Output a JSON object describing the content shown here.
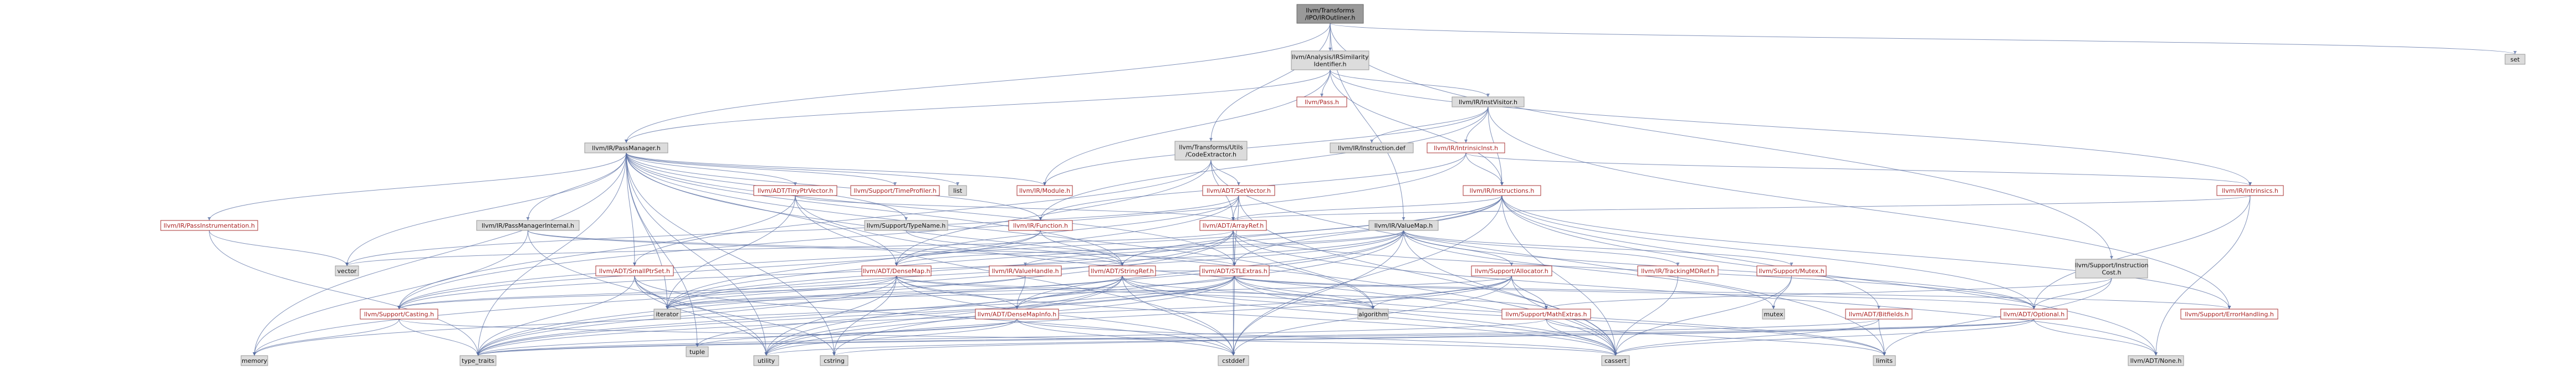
{
  "diagram": {
    "type": "include-dependency-graph",
    "colors": {
      "root_fill": "#999999",
      "root_stroke": "#666666",
      "linked_fill": "#ffffff",
      "linked_stroke": "#aa3333",
      "linked_text": "#aa2222",
      "plain_fill": "#dcdcdc",
      "plain_stroke": "#999999",
      "plain_text": "#111111",
      "edge": "#5a6fa3"
    },
    "nodes": [
      {
        "id": "root",
        "label": "llvm/Transforms\n/IPO/IROutliner.h",
        "style": "root"
      },
      {
        "id": "ir_sim",
        "label": "llvm/Analysis/IRSimilarity\nIdentifier.h",
        "style": "plain"
      },
      {
        "id": "set",
        "label": "set",
        "style": "plain"
      },
      {
        "id": "pass_h",
        "label": "llvm/Pass.h",
        "style": "linked"
      },
      {
        "id": "instvisitor",
        "label": "llvm/IR/InstVisitor.h",
        "style": "plain"
      },
      {
        "id": "passmanager",
        "label": "llvm/IR/PassManager.h",
        "style": "plain"
      },
      {
        "id": "codeextractor",
        "label": "llvm/Transforms/Utils\n/CodeExtractor.h",
        "style": "plain"
      },
      {
        "id": "instruction_def",
        "label": "llvm/IR/Instruction.def",
        "style": "plain"
      },
      {
        "id": "intrinsicinst",
        "label": "llvm/IR/IntrinsicInst.h",
        "style": "linked"
      },
      {
        "id": "tinyptrvector",
        "label": "llvm/ADT/TinyPtrVector.h",
        "style": "linked"
      },
      {
        "id": "timeprofiler",
        "label": "llvm/Support/TimeProfiler.h",
        "style": "linked"
      },
      {
        "id": "list",
        "label": "list",
        "style": "plain"
      },
      {
        "id": "module",
        "label": "llvm/IR/Module.h",
        "style": "linked"
      },
      {
        "id": "setvector",
        "label": "llvm/ADT/SetVector.h",
        "style": "linked"
      },
      {
        "id": "instructions",
        "label": "llvm/IR/Instructions.h",
        "style": "linked"
      },
      {
        "id": "intrinsics",
        "label": "llvm/IR/Intrinsics.h",
        "style": "linked"
      },
      {
        "id": "passinstrumentation",
        "label": "llvm/IR/PassInstrumentation.h",
        "style": "linked"
      },
      {
        "id": "passmanagerinternal",
        "label": "llvm/IR/PassManagerInternal.h",
        "style": "plain"
      },
      {
        "id": "typename",
        "label": "llvm/Support/TypeName.h",
        "style": "plain"
      },
      {
        "id": "function_h",
        "label": "llvm/IR/Function.h",
        "style": "linked"
      },
      {
        "id": "arrayref",
        "label": "llvm/ADT/ArrayRef.h",
        "style": "linked"
      },
      {
        "id": "valuemap",
        "label": "llvm/IR/ValueMap.h",
        "style": "plain"
      },
      {
        "id": "instructioncost",
        "label": "llvm/Support/Instruction\nCost.h",
        "style": "plain"
      },
      {
        "id": "vector",
        "label": "vector",
        "style": "plain"
      },
      {
        "id": "smallptrset",
        "label": "llvm/ADT/SmallPtrSet.h",
        "style": "linked"
      },
      {
        "id": "densemap",
        "label": "llvm/ADT/DenseMap.h",
        "style": "linked"
      },
      {
        "id": "valuehandle",
        "label": "llvm/IR/ValueHandle.h",
        "style": "linked"
      },
      {
        "id": "stringref",
        "label": "llvm/ADT/StringRef.h",
        "style": "linked"
      },
      {
        "id": "stlextras",
        "label": "llvm/ADT/STLExtras.h",
        "style": "linked"
      },
      {
        "id": "allocator",
        "label": "llvm/Support/Allocator.h",
        "style": "linked"
      },
      {
        "id": "trackingmdref",
        "label": "llvm/IR/TrackingMDRef.h",
        "style": "linked"
      },
      {
        "id": "mutex_h",
        "label": "llvm/Support/Mutex.h",
        "style": "linked"
      },
      {
        "id": "casting",
        "label": "llvm/Support/Casting.h",
        "style": "linked"
      },
      {
        "id": "iterator",
        "label": "iterator",
        "style": "plain"
      },
      {
        "id": "densemapinfo",
        "label": "llvm/ADT/DenseMapInfo.h",
        "style": "linked"
      },
      {
        "id": "algorithm",
        "label": "algorithm",
        "style": "plain"
      },
      {
        "id": "mutex",
        "label": "mutex",
        "style": "plain"
      },
      {
        "id": "mathextras",
        "label": "llvm/Support/MathExtras.h",
        "style": "linked"
      },
      {
        "id": "bitfields",
        "label": "llvm/ADT/Bitfields.h",
        "style": "linked"
      },
      {
        "id": "optional",
        "label": "llvm/ADT/Optional.h",
        "style": "linked"
      },
      {
        "id": "errorhandling",
        "label": "llvm/Support/ErrorHandling.h",
        "style": "linked"
      },
      {
        "id": "memory",
        "label": "memory",
        "style": "plain"
      },
      {
        "id": "type_traits",
        "label": "type_traits",
        "style": "plain"
      },
      {
        "id": "tuple",
        "label": "tuple",
        "style": "plain"
      },
      {
        "id": "utility",
        "label": "utility",
        "style": "plain"
      },
      {
        "id": "cstring",
        "label": "cstring",
        "style": "plain"
      },
      {
        "id": "cstddef",
        "label": "cstddef",
        "style": "plain"
      },
      {
        "id": "cassert",
        "label": "cassert",
        "style": "plain"
      },
      {
        "id": "limits",
        "label": "limits",
        "style": "plain"
      },
      {
        "id": "none",
        "label": "llvm/ADT/None.h",
        "style": "plain"
      }
    ],
    "edges": [
      [
        "root",
        "ir_sim"
      ],
      [
        "root",
        "set"
      ],
      [
        "root",
        "passmanager"
      ],
      [
        "root",
        "codeextractor"
      ],
      [
        "root",
        "valuemap"
      ],
      [
        "root",
        "instructioncost"
      ],
      [
        "ir_sim",
        "pass_h"
      ],
      [
        "ir_sim",
        "instvisitor"
      ],
      [
        "ir_sim",
        "passmanager"
      ],
      [
        "ir_sim",
        "module"
      ],
      [
        "ir_sim",
        "instructions"
      ],
      [
        "ir_sim",
        "intrinsics"
      ],
      [
        "instvisitor",
        "instruction_def"
      ],
      [
        "instvisitor",
        "intrinsicinst"
      ],
      [
        "instvisitor",
        "module"
      ],
      [
        "instvisitor",
        "instructions"
      ],
      [
        "instvisitor",
        "function_h"
      ],
      [
        "instvisitor",
        "errorhandling"
      ],
      [
        "intrinsicinst",
        "instructions"
      ],
      [
        "intrinsicinst",
        "intrinsics"
      ],
      [
        "intrinsicinst",
        "function_h"
      ],
      [
        "intrinsicinst",
        "casting"
      ],
      [
        "passmanager",
        "tinyptrvector"
      ],
      [
        "passmanager",
        "timeprofiler"
      ],
      [
        "passmanager",
        "list"
      ],
      [
        "passmanager",
        "module"
      ],
      [
        "passmanager",
        "passinstrumentation"
      ],
      [
        "passmanager",
        "passmanagerinternal"
      ],
      [
        "passmanager",
        "typename"
      ],
      [
        "passmanager",
        "function_h"
      ],
      [
        "passmanager",
        "densemap"
      ],
      [
        "passmanager",
        "smallptrset"
      ],
      [
        "passmanager",
        "stringref"
      ],
      [
        "passmanager",
        "stlextras"
      ],
      [
        "passmanager",
        "vector"
      ],
      [
        "passmanager",
        "memory"
      ],
      [
        "passmanager",
        "type_traits"
      ],
      [
        "passmanager",
        "tuple"
      ],
      [
        "passmanager",
        "utility"
      ],
      [
        "passmanager",
        "cstring"
      ],
      [
        "passmanager",
        "iterator"
      ],
      [
        "passmanager",
        "algorithm"
      ],
      [
        "passmanager",
        "cassert"
      ],
      [
        "codeextractor",
        "setvector"
      ],
      [
        "codeextractor",
        "densemap"
      ],
      [
        "codeextractor",
        "arrayref"
      ],
      [
        "codeextractor",
        "smallptrset"
      ],
      [
        "codeextractor",
        "limits"
      ],
      [
        "tinyptrvector",
        "arrayref"
      ],
      [
        "tinyptrvector",
        "casting"
      ],
      [
        "tinyptrvector",
        "cstddef"
      ],
      [
        "tinyptrvector",
        "cassert"
      ],
      [
        "tinyptrvector",
        "iterator"
      ],
      [
        "setvector",
        "arrayref"
      ],
      [
        "setvector",
        "densemap"
      ],
      [
        "setvector",
        "stlextras"
      ],
      [
        "setvector",
        "vector"
      ],
      [
        "setvector",
        "cassert"
      ],
      [
        "setvector",
        "iterator"
      ],
      [
        "instructions",
        "arrayref"
      ],
      [
        "instructions",
        "bitfields"
      ],
      [
        "instructions",
        "mapvector"
      ],
      [
        "instructions",
        "stlextras"
      ],
      [
        "instructions",
        "stringref"
      ],
      [
        "instructions",
        "casting"
      ],
      [
        "instructions",
        "errorhandling"
      ],
      [
        "instructions",
        "optional"
      ],
      [
        "instructions",
        "iterator"
      ],
      [
        "instructions",
        "cstddef"
      ],
      [
        "instructions",
        "cassert"
      ],
      [
        "instructions",
        "none"
      ],
      [
        "intrinsics",
        "arrayref"
      ],
      [
        "intrinsics",
        "optional"
      ],
      [
        "intrinsics",
        "none"
      ],
      [
        "passinstrumentation",
        "vector"
      ],
      [
        "passinstrumentation",
        "type_traits"
      ],
      [
        "passmanagerinternal",
        "stlextras"
      ],
      [
        "passmanagerinternal",
        "stringref"
      ],
      [
        "passmanagerinternal",
        "memory"
      ],
      [
        "passmanagerinternal",
        "utility"
      ],
      [
        "typename",
        "stringref"
      ],
      [
        "function_h",
        "densemap"
      ],
      [
        "function_h",
        "stringref"
      ],
      [
        "function_h",
        "casting"
      ],
      [
        "arrayref",
        "stlextras"
      ],
      [
        "arrayref",
        "algorithm"
      ],
      [
        "arrayref",
        "iterator"
      ],
      [
        "arrayref",
        "memory"
      ],
      [
        "arrayref",
        "type_traits"
      ],
      [
        "arrayref",
        "vector"
      ],
      [
        "arrayref",
        "cstddef"
      ],
      [
        "arrayref",
        "none"
      ],
      [
        "arrayref",
        "optional"
      ],
      [
        "valuemap",
        "densemap"
      ],
      [
        "valuemap",
        "densemapinfo"
      ],
      [
        "valuemap",
        "optional"
      ],
      [
        "valuemap",
        "valuehandle"
      ],
      [
        "valuemap",
        "trackingmdref"
      ],
      [
        "valuemap",
        "mutex_h"
      ],
      [
        "valuemap",
        "casting"
      ],
      [
        "valuemap",
        "iterator"
      ],
      [
        "valuemap",
        "type_traits"
      ],
      [
        "valuemap",
        "cassert"
      ],
      [
        "valuemap",
        "cstddef"
      ],
      [
        "valuemap",
        "utility"
      ],
      [
        "valuemap",
        "mutex"
      ],
      [
        "valuemap",
        "allocator"
      ],
      [
        "instructioncost",
        "mathextras"
      ],
      [
        "instructioncost",
        "optional"
      ],
      [
        "instructioncost",
        "limits"
      ],
      [
        "smallptrset",
        "type_traits"
      ],
      [
        "smallptrset",
        "cstddef"
      ],
      [
        "smallptrset",
        "cstring"
      ],
      [
        "smallptrset",
        "iterator"
      ],
      [
        "smallptrset",
        "utility"
      ],
      [
        "densemap",
        "densemapinfo"
      ],
      [
        "densemap",
        "mathextras"
      ],
      [
        "densemap",
        "casting"
      ],
      [
        "densemap",
        "algorithm"
      ],
      [
        "densemap",
        "cassert"
      ],
      [
        "densemap",
        "cstddef"
      ],
      [
        "densemap",
        "cstring"
      ],
      [
        "densemap",
        "iterator"
      ],
      [
        "densemap",
        "type_traits"
      ],
      [
        "densemap",
        "utility"
      ],
      [
        "valuehandle",
        "densemapinfo"
      ],
      [
        "valuehandle",
        "casting"
      ],
      [
        "stringref",
        "densemapinfo"
      ],
      [
        "stringref",
        "stlextras"
      ],
      [
        "stringref",
        "algorithm"
      ],
      [
        "stringref",
        "cassert"
      ],
      [
        "stringref",
        "cstddef"
      ],
      [
        "stringref",
        "cstring"
      ],
      [
        "stringref",
        "limits"
      ],
      [
        "stringref",
        "type_traits"
      ],
      [
        "stringref",
        "utility"
      ],
      [
        "stringref",
        "iterator"
      ],
      [
        "stlextras",
        "optional"
      ],
      [
        "stlextras",
        "algorithm"
      ],
      [
        "stlextras",
        "cassert"
      ],
      [
        "stlextras",
        "cstddef"
      ],
      [
        "stlextras",
        "limits"
      ],
      [
        "stlextras",
        "iterator"
      ],
      [
        "stlextras",
        "memory"
      ],
      [
        "stlextras",
        "tuple"
      ],
      [
        "stlextras",
        "type_traits"
      ],
      [
        "stlextras",
        "utility"
      ],
      [
        "stlextras",
        "errorhandling"
      ],
      [
        "allocator",
        "mathextras"
      ],
      [
        "allocator",
        "algorithm"
      ],
      [
        "allocator",
        "cassert"
      ],
      [
        "allocator",
        "cstddef"
      ],
      [
        "allocator",
        "iterator"
      ],
      [
        "allocator",
        "type_traits"
      ],
      [
        "allocator",
        "utility"
      ],
      [
        "trackingmdref",
        "cassert"
      ],
      [
        "mutex_h",
        "mutex"
      ],
      [
        "mutex_h",
        "cassert"
      ],
      [
        "casting",
        "memory"
      ],
      [
        "casting",
        "type_traits"
      ],
      [
        "casting",
        "cassert"
      ],
      [
        "densemapinfo",
        "cassert"
      ],
      [
        "densemapinfo",
        "cstddef"
      ],
      [
        "densemapinfo",
        "tuple"
      ],
      [
        "densemapinfo",
        "type_traits"
      ],
      [
        "densemapinfo",
        "utility"
      ],
      [
        "mathextras",
        "cassert"
      ],
      [
        "mathextras",
        "limits"
      ],
      [
        "mathextras",
        "type_traits"
      ],
      [
        "bitfields",
        "cassert"
      ],
      [
        "bitfields",
        "limits"
      ],
      [
        "bitfields",
        "type_traits"
      ],
      [
        "optional",
        "none"
      ],
      [
        "optional",
        "cassert"
      ],
      [
        "optional",
        "cstring"
      ],
      [
        "optional",
        "type_traits"
      ],
      [
        "optional",
        "utility"
      ]
    ]
  }
}
